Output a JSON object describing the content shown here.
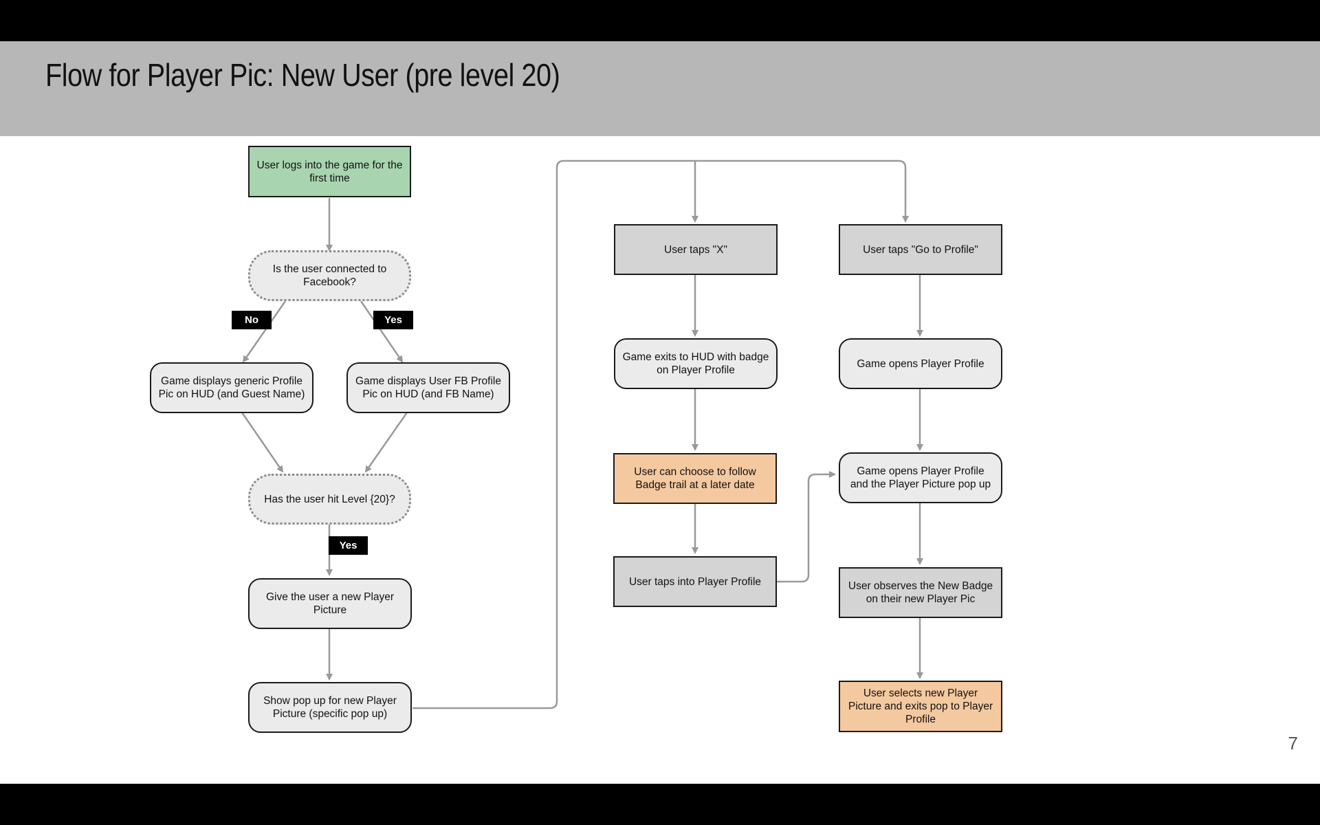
{
  "slide": {
    "title": "Flow for Player Pic: New User (pre level 20)",
    "page_number": "7"
  },
  "nodes": {
    "start": "User logs into the game for the first time",
    "fb_check": "Is the user connected to Facebook?",
    "generic_pic": "Game displays generic Profile Pic on HUD (and Guest Name)",
    "fb_pic": "Game displays User FB Profile Pic on HUD (and FB Name)",
    "level_check": "Has the user hit Level {20}?",
    "new_picture": "Give the user a new Player Picture",
    "show_popup": "Show pop up for new Player Picture (specific pop up)",
    "taps_x": "User taps \"X\"",
    "taps_profile": "User taps \"Go to Profile\"",
    "exit_hud": "Game exits to HUD with badge on Player Profile",
    "opens_profile": "Game opens Player Profile",
    "badge_trail": "User can choose to follow Badge trail at a later date",
    "opens_profile_popup": "Game opens Player Profile and the Player Picture pop up",
    "taps_into_profile": "User taps into Player Profile",
    "observes_badge": "User observes the New Badge on their new Player Pic",
    "selects_picture": "User selects new Player Picture and exits pop to Player Profile"
  },
  "labels": {
    "no": "No",
    "yes_fb": "Yes",
    "yes_level": "Yes"
  },
  "colors": {
    "start_fill": "#a8d5b0",
    "action_fill": "#d4d4d4",
    "process_fill": "#ebebeb",
    "highlight_fill": "#f5c9a0",
    "connector": "#999999"
  }
}
